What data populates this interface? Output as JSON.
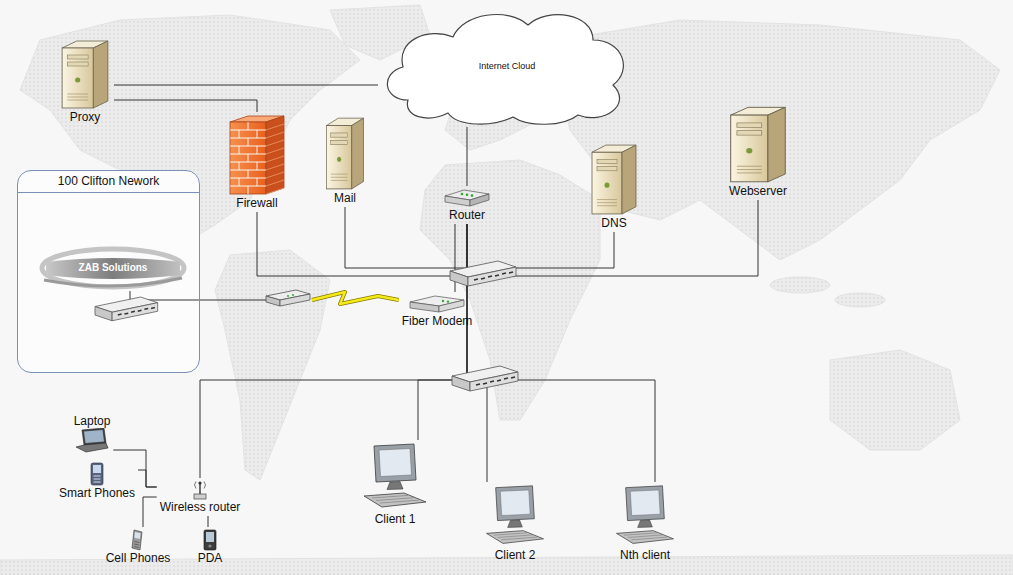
{
  "diagram": {
    "nodes": [
      {
        "text": [
          "Proxy"
        ]
      },
      {
        "text": [
          "Internet Cloud"
        ]
      },
      {
        "text": [
          "Firewall"
        ]
      },
      {
        "text": [
          "Mail"
        ]
      },
      {
        "text": [
          "Router"
        ]
      },
      {
        "text": [
          "DNS"
        ]
      },
      {
        "text": [
          "Webserver"
        ]
      },
      {
        "text": [
          "100 Clifton Nework"
        ]
      },
      {
        "text": [
          "ZAB Solutions"
        ],
        "in": 7
      },
      {
        "text": [
          "Fiber Modem"
        ]
      },
      {
        "text": [
          "Laptop"
        ]
      },
      {
        "text": [
          "Smart Phones"
        ]
      },
      {
        "text": [
          "Wireless router"
        ]
      },
      {
        "text": [
          "PDA"
        ]
      },
      {
        "text": [
          "Cell Phones"
        ]
      },
      {
        "text": [
          "Client 1"
        ]
      },
      {
        "text": [
          "Client 2"
        ]
      },
      {
        "text": [
          "Nth client"
        ]
      }
    ],
    "edges": [
      {
        "from": 0,
        "to": 1,
        "arrow": "none"
      },
      {
        "from": 0,
        "to": 2,
        "arrow": "none"
      },
      {
        "from": 4,
        "to": 1,
        "arrow": "none"
      },
      {
        "from": 2,
        "to": 4,
        "arrow": "none"
      },
      {
        "from": 3,
        "to": 4,
        "arrow": "none"
      },
      {
        "from": 5,
        "to": 4,
        "arrow": "none"
      },
      {
        "from": 6,
        "to": 4,
        "arrow": "none"
      },
      {
        "from": 9,
        "to": 4,
        "arrow": "none"
      },
      {
        "from": 8,
        "to": 9,
        "arrow": "none"
      },
      {
        "from": 4,
        "to": 12,
        "arrow": "none"
      },
      {
        "from": 4,
        "to": 15,
        "arrow": "none"
      },
      {
        "from": 4,
        "to": 16,
        "arrow": "none"
      },
      {
        "from": 4,
        "to": 17,
        "arrow": "none"
      },
      {
        "from": 10,
        "to": 12,
        "arrow": "none"
      },
      {
        "from": 11,
        "to": 12,
        "arrow": "none"
      },
      {
        "from": 14,
        "to": 12,
        "arrow": "none"
      },
      {
        "from": 13,
        "to": 12,
        "arrow": "none"
      }
    ]
  }
}
